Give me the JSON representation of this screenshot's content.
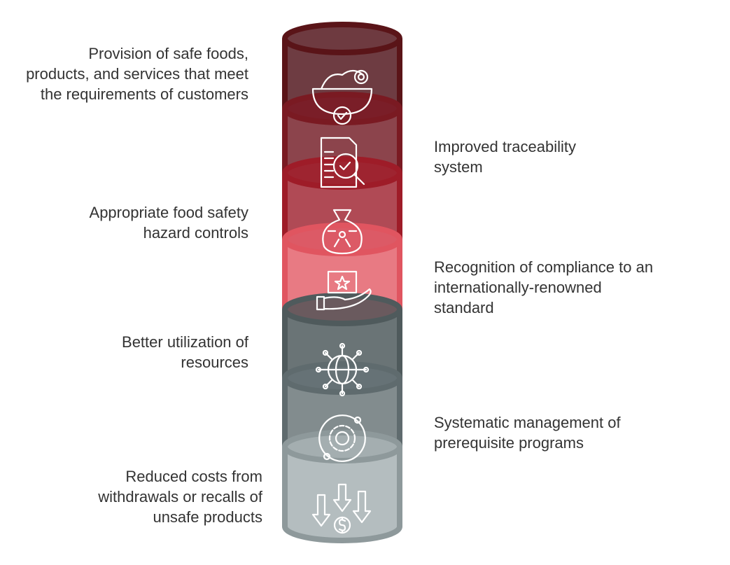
{
  "segments": [
    {
      "label": "Provision of safe foods, products, and services that meet the requirements of customers",
      "side": "left",
      "icon": "food-bowl-check-icon",
      "rim": "#5a1418",
      "body": "#6e3c42",
      "top": "#6e3a40"
    },
    {
      "label": "Improved traceability system",
      "side": "right",
      "icon": "document-magnifier-icon",
      "rim": "#7a1a22",
      "body": "#8c444c",
      "top": "#7a1e28"
    },
    {
      "label": "Appropriate food safety hazard controls",
      "side": "left",
      "icon": "hazard-bag-icon",
      "rim": "#9e1c28",
      "body": "#b04a55",
      "top": "#9e2430"
    },
    {
      "label": "Recognition of compliance to an internationally-renowned standard",
      "side": "right",
      "icon": "hand-certificate-icon",
      "rim": "#e05560",
      "body": "#e87a83",
      "top": "#dc5a66"
    },
    {
      "label": "Better utilization of resources",
      "side": "left",
      "icon": "globe-network-icon",
      "rim": "#4f5a5c",
      "body": "#6a7476",
      "top": "#6a5a5e"
    },
    {
      "label": "Systematic management of prerequisite programs",
      "side": "right",
      "icon": "gear-cycle-icon",
      "rim": "#5f6b6e",
      "body": "#828c8e",
      "top": "#667276"
    },
    {
      "label": "Reduced costs from withdrawals or recalls of unsafe products",
      "side": "left",
      "icon": "cost-down-arrows-icon",
      "rim": "#8e999b",
      "body": "#b4bdbf",
      "top": "#a4aeb0"
    }
  ]
}
